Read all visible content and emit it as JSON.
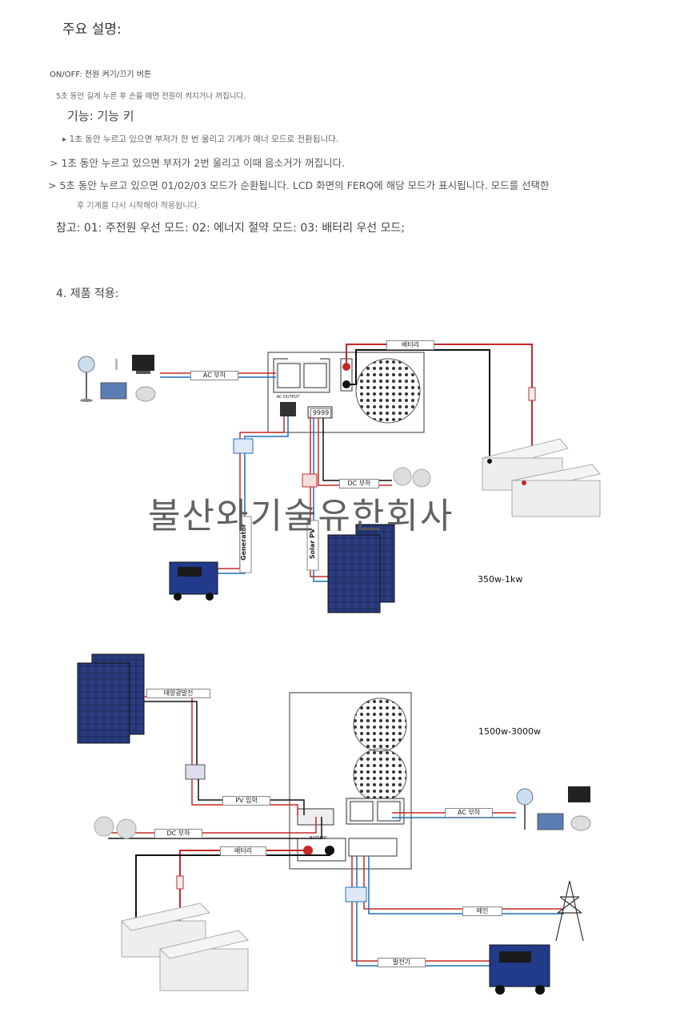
{
  "section_main": {
    "heading": "주요 설명:",
    "onoff": "ON/OFF: 전원 켜기/끄기 버튼",
    "onoff_detail": "5초 동안 길게 누른 후 손을 떼면 전원이 켜지거나 꺼집니다.",
    "function": "기능: 기능 키",
    "bullets": [
      "▸ 1초 동안 누르고 있으면 부저가 한 번 울리고 기계가 매너 모드로 전환됩니다.",
      "> 1초 동안 누르고 있으면 부저가 2번 울리고 이때 음소거가 꺼집니다.",
      "> 5초 동안 누르고 있으면 01/02/03 모드가 순환됩니다. LCD 화면의 FERQ에 해당 모드가 표시됩니다. 모드를 선택한",
      "후 기계를 다시 시작해야 적용됩니다."
    ],
    "note": "참고: 01: 주전원 우선 모드: 02: 에너지 절약 모드: 03: 배터리 우선 모드;"
  },
  "section_app": {
    "heading": "4. 제품 적용:"
  },
  "diagram1": {
    "battery_label": "배터리",
    "ac_load": "AC 부하",
    "dc_load": "DC 부하",
    "generator": "Generator",
    "solar": "Solar PV",
    "lcd": "9999",
    "ac_output": "AC OUTPUT",
    "caption": "350w-1kw"
  },
  "watermark": "불산와기술유한회사",
  "diagram2": {
    "solar_label": "태양광발전",
    "pv_input": "PV 입력",
    "dc_load": "DC 부하",
    "battery": "배터리",
    "ac_load": "AC 부하",
    "main": "메인",
    "generator": "발전기",
    "battery_terminal": "BATTERY",
    "caption": "1500w-3000w"
  },
  "colors": {
    "red_wire": "#c62828",
    "blue_wire": "#1e6fb8",
    "black_wire": "#111111"
  }
}
